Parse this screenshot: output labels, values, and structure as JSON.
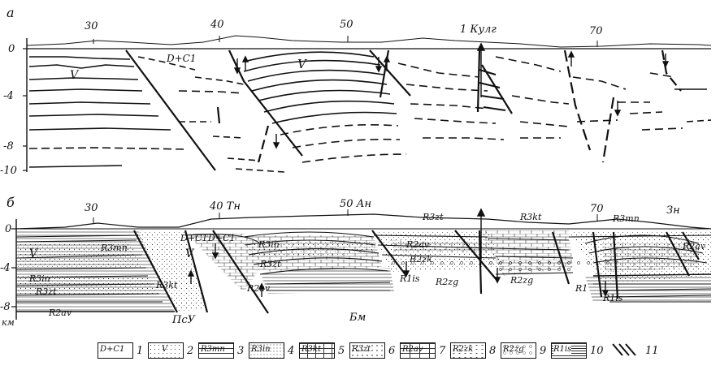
{
  "panel_a": {
    "letter": "а",
    "ticks_top": [
      "30",
      "40",
      "50",
      "70"
    ],
    "depth_ticks": [
      "0",
      "-4",
      "-8",
      "-10"
    ],
    "well_label": "1 Кулг",
    "unit_labels": [
      "V",
      "V",
      "D+C1"
    ]
  },
  "panel_b": {
    "letter": "б",
    "ticks_top": [
      "30",
      "40 Тн",
      "50 Ан",
      "70"
    ],
    "station_right": "Зн",
    "depth_ticks": [
      "0",
      "-4",
      "-8"
    ],
    "depth_unit": "км",
    "region_labels": [
      "ПсУ",
      "Бм"
    ],
    "strata_labels": [
      "R3kt",
      "R3mn",
      "R3zt",
      "R3in",
      "R2av",
      "R2zk",
      "R2zg",
      "R1is",
      "R1",
      "D+C1",
      "V"
    ]
  },
  "legend": {
    "items": [
      {
        "num": "1",
        "label": "D+C1"
      },
      {
        "num": "2",
        "label": "V"
      },
      {
        "num": "3",
        "label": "R3mn"
      },
      {
        "num": "4",
        "label": "R3in"
      },
      {
        "num": "5",
        "label": "R3kt"
      },
      {
        "num": "6",
        "label": "R3zt"
      },
      {
        "num": "7",
        "label": "R2av"
      },
      {
        "num": "8",
        "label": "R2zk"
      },
      {
        "num": "9",
        "label": "R2zg"
      },
      {
        "num": "10",
        "label": "R1is"
      },
      {
        "num": "11",
        "label": ""
      }
    ]
  }
}
